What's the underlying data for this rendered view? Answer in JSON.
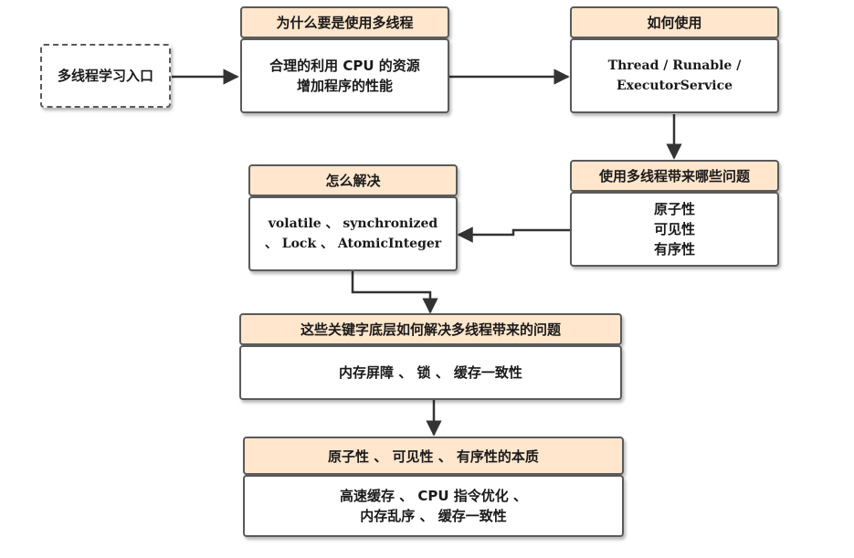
{
  "start": {
    "text": "多线程学习入口"
  },
  "why": {
    "title": "为什么要是使用多线程",
    "lines": [
      "合理的利用 CPU 的资源",
      "增加程序的性能"
    ]
  },
  "how": {
    "title": "如何使用",
    "lines": [
      "Thread / Runable /",
      "ExecutorService"
    ]
  },
  "problems": {
    "title": "使用多线程带来哪些问题",
    "lines": [
      "原子性",
      "可见性",
      "有序性"
    ]
  },
  "solve": {
    "title": "怎么解决",
    "lines": [
      "volatile 、 synchronized",
      "、 Lock 、 AtomicInteger"
    ]
  },
  "keywords": {
    "title": "这些关键字底层如何解决多线程带来的问题",
    "lines": [
      "内存屏障 、 锁 、 缓存一致性"
    ]
  },
  "essence": {
    "title": "原子性 、 可见性 、 有序性的本质",
    "lines": [
      "高速缓存 、 CPU 指令优化 、",
      "内存乱序 、 缓存一致性"
    ]
  },
  "colors": {
    "header_fill": "#ffe6cc",
    "border": "#5a5a5a",
    "arrow": "#333333"
  }
}
